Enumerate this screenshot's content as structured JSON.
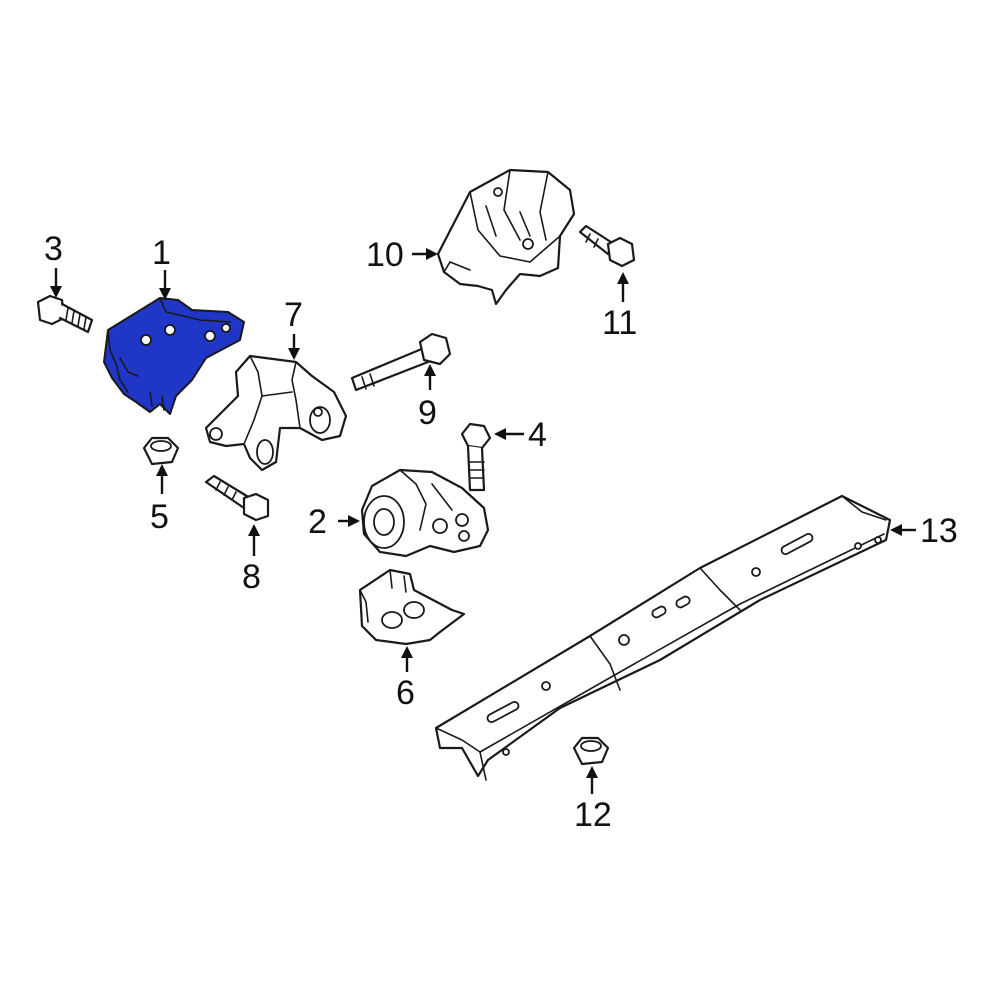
{
  "highlight_color": "#1f36c7",
  "highlighted_part": "1",
  "callouts": {
    "c1": "1",
    "c2": "2",
    "c3": "3",
    "c4": "4",
    "c5": "5",
    "c6": "6",
    "c7": "7",
    "c8": "8",
    "c9": "9",
    "c10": "10",
    "c11": "11",
    "c12": "12",
    "c13": "13"
  }
}
